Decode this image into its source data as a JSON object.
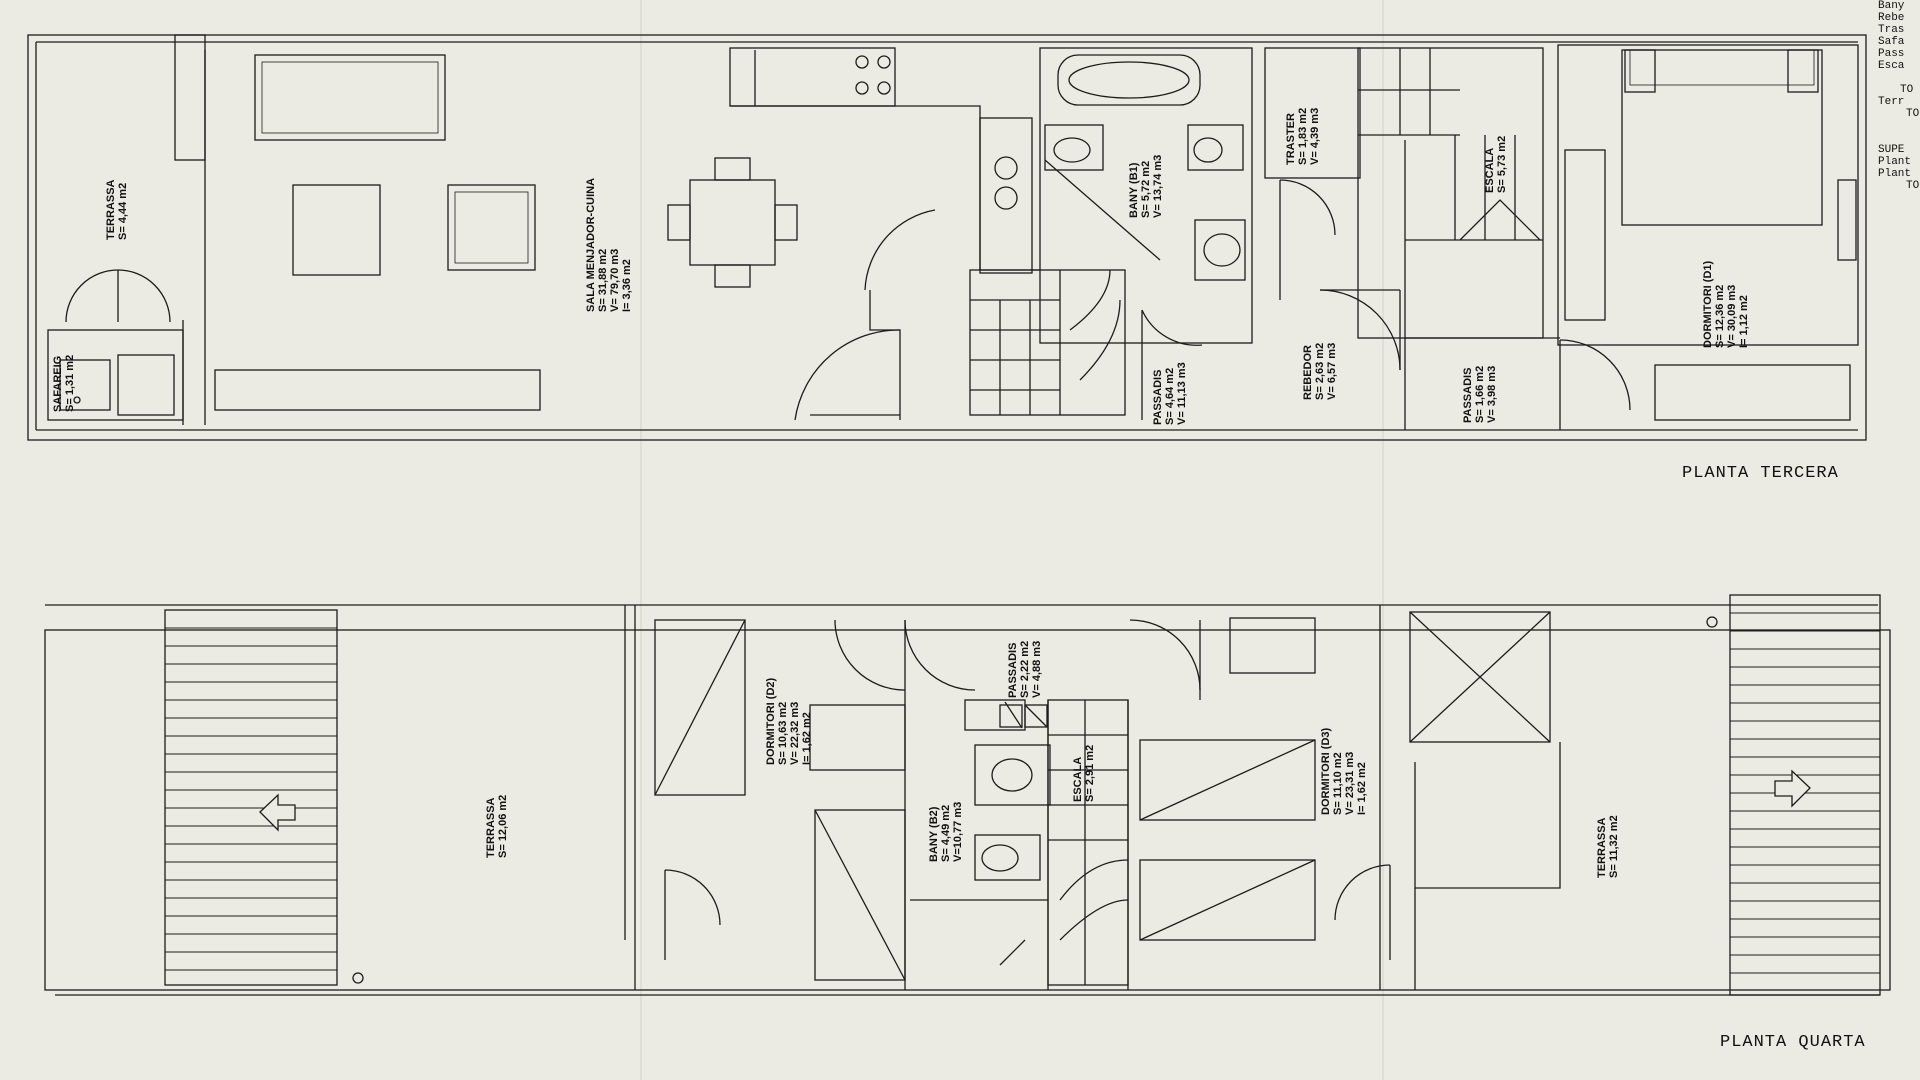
{
  "planta_tercera": {
    "title": "PLANTA TERCERA",
    "rooms": [
      {
        "name": "TERRASSA",
        "lines": [
          "S= 4,44 m2"
        ]
      },
      {
        "name": "SAFAREIG",
        "lines": [
          "S= 1,31 m2"
        ]
      },
      {
        "name": "SALA MENJADOR-CUINA",
        "lines": [
          "S= 31,88 m2",
          "V= 79,70 m3",
          "I= 3,36 m2"
        ]
      },
      {
        "name": "BANY (B1)",
        "lines": [
          "S= 5,72 m2",
          "V= 13,74 m3"
        ]
      },
      {
        "name": "PASSADIS",
        "lines": [
          "S= 4,64 m2",
          "V= 11,13 m3"
        ]
      },
      {
        "name": "TRASTER",
        "lines": [
          "S= 1,83 m2",
          "V= 4,39 m3"
        ]
      },
      {
        "name": "REBEDOR",
        "lines": [
          "S= 2,63 m2",
          "V= 6,57 m3"
        ]
      },
      {
        "name": "ESCALA",
        "lines": [
          "S= 5,73 m2"
        ]
      },
      {
        "name": "PASSADIS",
        "lines": [
          "S= 1,66 m2",
          "V= 3,98 m3"
        ]
      },
      {
        "name": "DORMITORI (D1)",
        "lines": [
          "S= 12,36 m2",
          "V= 30,09 m3",
          "I= 1,12 m2"
        ]
      }
    ]
  },
  "planta_quarta": {
    "title": "PLANTA QUARTA",
    "rooms": [
      {
        "name": "TERRASSA",
        "lines": [
          "S= 12,06 m2"
        ]
      },
      {
        "name": "DORMITORI (D2)",
        "lines": [
          "S= 10,63 m2",
          "V= 22,32 m3",
          "I= 1,62 m2"
        ]
      },
      {
        "name": "PASSADIS",
        "lines": [
          "S= 2,22 m2",
          "V= 4,88 m3"
        ]
      },
      {
        "name": "BANY (B2)",
        "lines": [
          "S= 4,49 m2",
          "V=10,77 m3"
        ]
      },
      {
        "name": "ESCALA",
        "lines": [
          "S= 2,91 m2"
        ]
      },
      {
        "name": "DORMITORI (D3)",
        "lines": [
          "S= 11,10 m2",
          "V= 23,31 m3",
          "I= 1,62 m2"
        ]
      },
      {
        "name": "TERRASSA",
        "lines": [
          "S= 11,32 m2"
        ]
      }
    ]
  },
  "legend_cut": [
    "Bany",
    "Rebe",
    "Tras",
    "Safa",
    "Pass",
    "Esca",
    "",
    "TO",
    "Terr",
    "TO",
    "",
    "SUPE",
    "Plant",
    "Plant",
    "TO"
  ]
}
